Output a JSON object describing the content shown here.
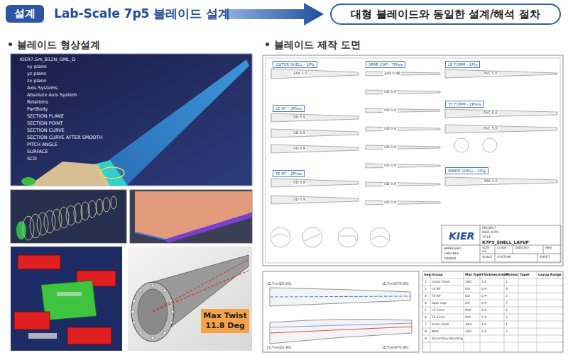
{
  "diagram": {
    "title": "Lab-Scale 7p5 블레이드 설계",
    "nodes": [
      {
        "text": [
          "설계"
        ]
      },
      {
        "text": [
          "대형 블레이드와 동일한 설계/해석 절차"
        ]
      },
      {
        "text": [
          "OUTER SHELL - 1Ply"
        ]
      },
      {
        "text": [
          "SPAR CAP - 7Plies"
        ]
      },
      {
        "text": [
          "LE FORM - 1Ply"
        ]
      },
      {
        "text": [
          "LE RF - 3Plies"
        ]
      },
      {
        "text": [
          "TE FORM - 2Plies"
        ]
      },
      {
        "text": [
          "TE RF - 2Plies"
        ]
      },
      {
        "text": [
          "INNER SHELL - 1Ply"
        ]
      },
      {
        "text": [
          "Max Twist 11.8 Deg"
        ]
      }
    ],
    "labels": [
      "• 블레이드 형상설계",
      "• 블레이드 제작 도면",
      "KIER7.5m_B12N_OML_D",
      "xy plane",
      "yz plane",
      "zx plane",
      "Axis Systems",
      "Absolute Axis System",
      "Relations",
      "PartBody",
      "SECTION PLANE",
      "SECTION POINT",
      "SECTION CURVE",
      "SECTION CURVE AFTER SMOOTH",
      "PITCH ANGLE",
      "SURFACE",
      "SCD",
      "2AX 1.0",
      "2AX 0.98",
      "UD 0.9",
      "UD 0.9",
      "UD 0.9",
      "UD 0.9",
      "UD 0.9",
      "UD 0.9",
      "UD 0.9",
      "PVC 5.0",
      "UD 0.9",
      "UD 0.9",
      "UD 0.9",
      "PVC 5.0",
      "PVC 5.0",
      "UD 0.9",
      "UD 0.9",
      "3AX 1.0",
      "KIER",
      "PROJECT",
      "KIER_K7P5",
      "TITLE",
      "K7P5_SHELL_LAYUP",
      "APPROVED",
      "CHECKED",
      "DRAWN",
      "SIZE",
      "A3",
      "CODE",
      "DWG NO",
      "REV",
      "SCALE",
      "CUSTOM",
      "SHEET",
      "(Z,Y)=(20,60)",
      "(Z,Y)=(670,60)",
      "(Z,Y)=(20,40)",
      "(Z,Y)=(670,40)",
      "Seq.",
      "Group",
      "Mat Type",
      "Thickness[mm]",
      "Ply(ea)",
      "Taper",
      "Layup Range",
      "1",
      "Outer Shell",
      "2AX",
      "1.0",
      "1",
      "2",
      "LE RF",
      "UD",
      "0.9",
      "3",
      "3",
      "TE RF",
      "UD",
      "0.9",
      "2",
      "4",
      "Spar Cap",
      "UD",
      "0.9",
      "7",
      "5",
      "LE Form",
      "PVC",
      "5.0",
      "1",
      "6",
      "TE Form",
      "PVC",
      "5.0",
      "2",
      "7",
      "Inner Shell",
      "3AX",
      "1.0",
      "1",
      "8",
      "Web",
      "2AX",
      "1.0",
      "2",
      "9",
      "Secondary Bonding"
    ]
  }
}
